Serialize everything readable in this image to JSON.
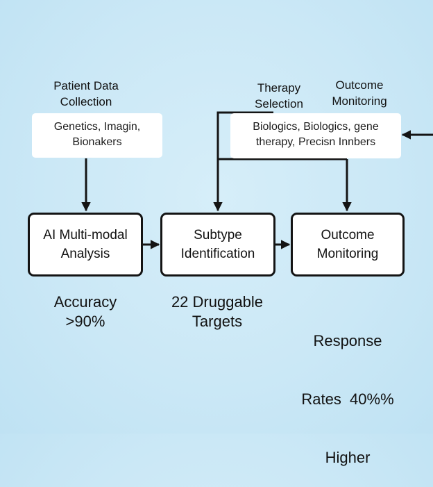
{
  "labels": {
    "patient": [
      "Patient Data",
      "Collection"
    ],
    "therapy": [
      "Therapy",
      "Selection"
    ],
    "outcome": [
      "Outcome",
      "Monitoring"
    ]
  },
  "info_boxes": {
    "left": [
      "Genetics, Imagin,",
      "Bionakers"
    ],
    "right": [
      "Biologics, Biologics, gene",
      "therapy, Precisn Innbers"
    ]
  },
  "nodes": {
    "ai": [
      "AI Multi-modal",
      "Analysis"
    ],
    "subtype": [
      "Subtype",
      "Identification"
    ],
    "outcome": [
      "Outcome",
      "Monitoring"
    ]
  },
  "metrics": {
    "accuracy": [
      "Accuracy",
      ">90%"
    ],
    "targets": [
      "22 Druggable",
      "Targets"
    ],
    "response": [
      "Response",
      "Rates  40%%",
      "Higher"
    ]
  }
}
